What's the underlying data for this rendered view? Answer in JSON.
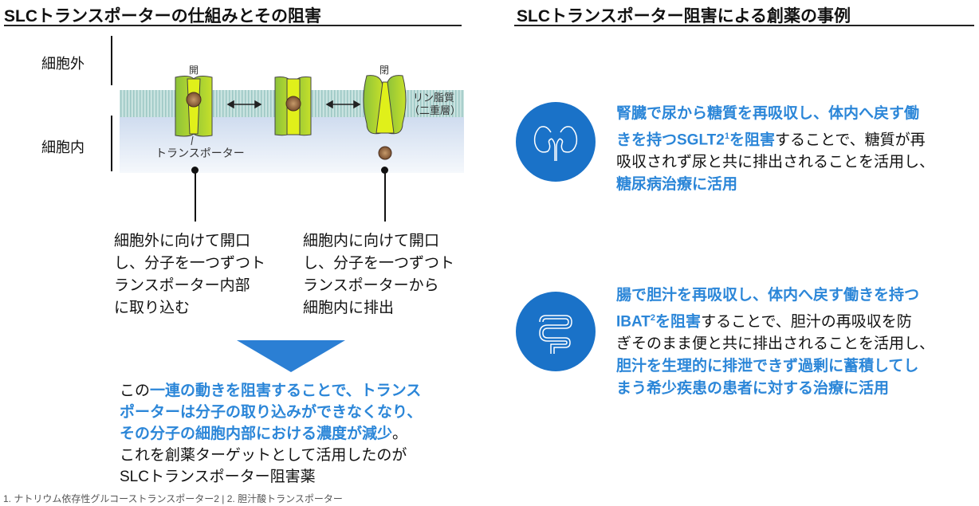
{
  "left": {
    "title": "SLCトランスポーターの仕組みとその阻害",
    "outside": "細胞外",
    "inside": "細胞内",
    "open": "開",
    "closed": "閉",
    "transporter": "トランスポーター",
    "lipid1": "リン脂質",
    "lipid2": "（二重層）",
    "desc_a": [
      "細胞外に向けて開口",
      "し、分子を一つずつト",
      "ランスポーター内部",
      "に取り込む"
    ],
    "desc_b": [
      "細胞内に向けて開口",
      "し、分子を一つずつト",
      "ランスポーターから",
      "細胞内に排出"
    ],
    "summary": {
      "l1a": "この",
      "l1b": "一連の動きを阻害することで、トランス",
      "l2": "ポーターは分子の取り込みができなくなり、",
      "l3a": "その分子の細胞内部における濃度が減少",
      "l3b": "。",
      "l4": "これを創薬ターゲットとして活用したのが",
      "l5": "SLCトランスポーター阻害薬"
    },
    "footnote": "1. ナトリウム依存性グルコーストランスポーター2 | 2. 胆汁酸トランスポーター"
  },
  "right": {
    "title": "SLCトランスポーター阻害による創薬の事例",
    "case1": {
      "icon": "kidney-icon",
      "l1": "腎臓で尿から糖質を再吸収し、体内へ戻す働",
      "l2a": "きを持つSGLT2",
      "l2sup": "1",
      "l2b": "を阻害",
      "l2c": "することで、糖質が再",
      "l3": "吸収されず尿と共に排出されることを活用し、",
      "l4": "糖尿病治療に活用"
    },
    "case2": {
      "icon": "intestine-icon",
      "l1": "腸で胆汁を再吸収し、体内へ戻す働きを持つ",
      "l2a": "IBAT",
      "l2sup": "2",
      "l2b": "を阻害",
      "l2c": "することで、胆汁の再吸収を防",
      "l3": "ぎそのまま便と共に排出されることを活用し、",
      "l4": "胆汁を生理的に排泄できず過剰に蓄積してし",
      "l5": "まう希少疾患の患者に対する治療に活用"
    }
  },
  "colors": {
    "accent": "#2b86d8",
    "circle": "#1a72c8",
    "transporter": "#b6d92a"
  }
}
